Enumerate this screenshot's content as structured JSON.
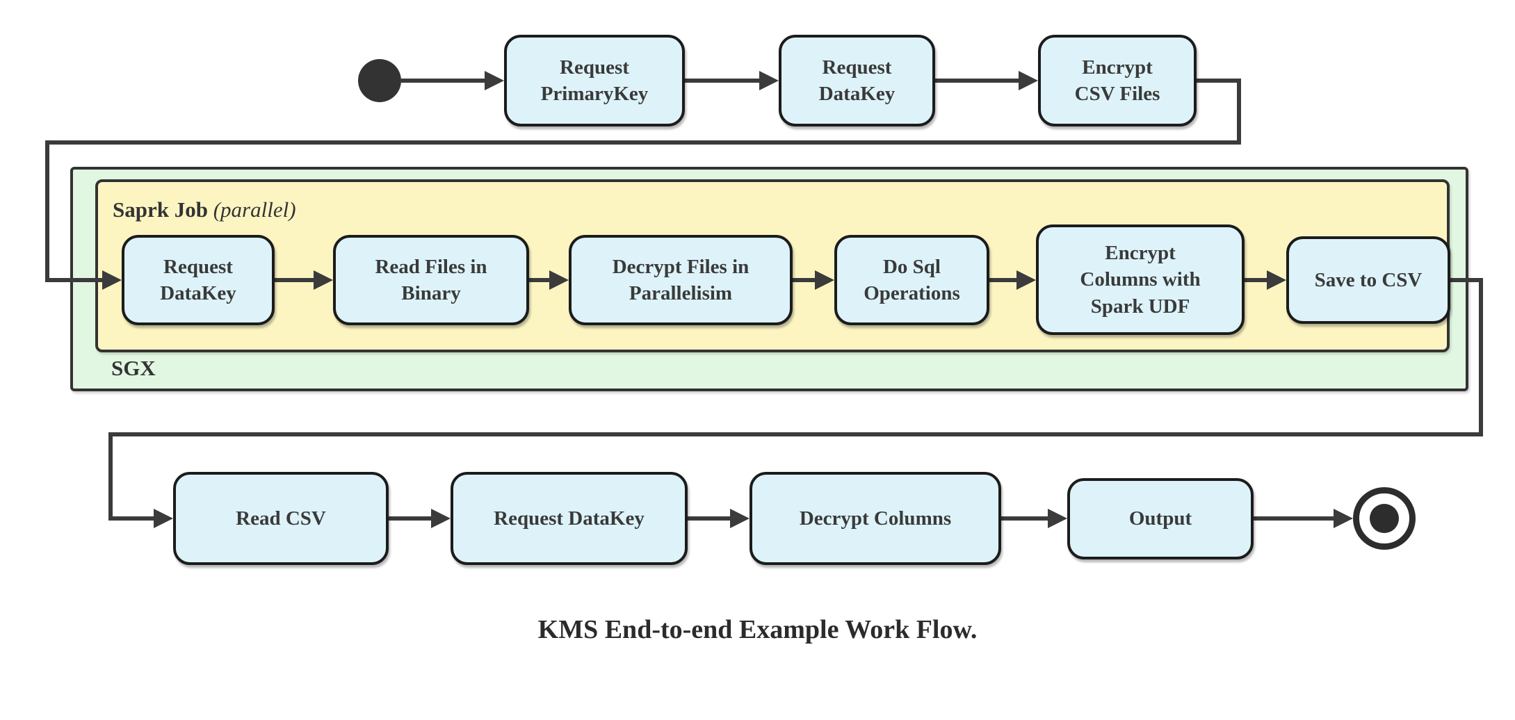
{
  "caption": "KMS End-to-end Example Work Flow.",
  "containers": {
    "sgx": {
      "label": "SGX"
    },
    "spark_job": {
      "label_bold": "Saprk Job",
      "label_italic": "(parallel)"
    }
  },
  "nodes": {
    "top": [
      {
        "label": "Request\nPrimaryKey"
      },
      {
        "label": "Request\nDataKey"
      },
      {
        "label": "Encrypt\nCSV Files"
      }
    ],
    "middle": [
      {
        "label": "Request\nDataKey"
      },
      {
        "label": "Read Files in\nBinary"
      },
      {
        "label": "Decrypt Files in\nParallelisim"
      },
      {
        "label": "Do Sql\nOperations"
      },
      {
        "label": "Encrypt\nColumns with\nSpark UDF"
      },
      {
        "label": "Save to CSV"
      }
    ],
    "bottom": [
      {
        "label": "Read CSV"
      },
      {
        "label": "Request DataKey"
      },
      {
        "label": "Decrypt Columns"
      },
      {
        "label": "Output"
      }
    ]
  },
  "icons": {
    "start": "filled-circle-initial-state",
    "end": "bullseye-final-state"
  },
  "colors": {
    "node_fill": "#ddf3f9",
    "node_border": "#1c1c1c",
    "sgx_fill": "#e2f7e2",
    "spark_fill": "#fcf5c2",
    "wire": "#3b3b3b",
    "text": "#333333"
  }
}
